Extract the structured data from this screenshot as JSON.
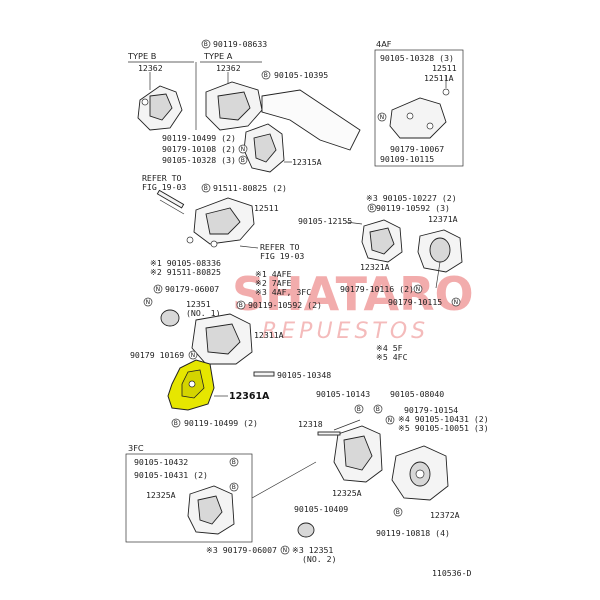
{
  "diagram_number": "110536-D",
  "watermark": {
    "text": "SHATARO",
    "subtext": "REPUESTOS",
    "color": "#e86a6a"
  },
  "highlight_color": "#e6e600",
  "frames": {
    "type_b": {
      "title": "TYPE B",
      "part": "12362"
    },
    "type_a": {
      "title": "TYPE A",
      "part": "12362"
    },
    "af4": {
      "title": "4AF",
      "labels": [
        "90105-10328 (3)",
        "12511",
        "12511A",
        "90179-10067",
        "90109-10115"
      ]
    },
    "fc3": {
      "title": "3FC",
      "labels": [
        "90105-10432",
        "90105-10431 (2)",
        "12325A"
      ]
    }
  },
  "labels": {
    "top_a": "90119-08633",
    "top_b": "90105-10395",
    "l_10499": "90119-10499 (2)",
    "l_10108": "90179-10108 (2)",
    "l_10328": "90105-10328 (3)",
    "p_12315a": "12315A",
    "refer_top": "REFER TO",
    "refer_top2": "FIG 19-03",
    "l_80825": "91511-80825 (2)",
    "p_12511": "12511",
    "refer_mid": "REFER TO",
    "refer_mid2": "FIG 19-03",
    "l_08336": "※1 90105-08336",
    "l_80825b": "※2 91511-80825",
    "l_12155": "90105-12155",
    "l_10227": "※3 90105-10227 (2)",
    "l_10592": "90119-10592 (3)",
    "p_12371a": "12371A",
    "p_12321a": "12321A",
    "note_4afe": "※1 4AFE",
    "note_7afe": "※2 7AFE",
    "note_4af3fc": "※3 4AF, 3FC",
    "l_06007": "90179-06007",
    "l_10116": "90179-10116 (2)",
    "l_10115": "90179-10115",
    "p_12351": "12351",
    "p_12351_sub": "(NO. 1)",
    "l_10592b": "90119-10592 (2)",
    "p_12311a": "12311A",
    "l_10169": "90179 10169",
    "note_4_5f": "※4 5F",
    "note_5_4fc": "※5 4FC",
    "l_10348": "90105-10348",
    "p_12361a": "12361A",
    "l_10499b": "90119-10499 (2)",
    "l_10143": "90105-10143",
    "l_08040": "90105-08040",
    "l_10154": "90179-10154",
    "p_12318": "12318",
    "l_10431": "※4 90105-10431 (2)",
    "l_10051": "※5 90105-10051 (3)",
    "p_12325a": "12325A",
    "l_10409": "90105-10409",
    "p_12372a": "12372A",
    "l_10818": "90119-10818 (4)",
    "l_06007b": "※3 90179-06007",
    "p_312351": "※3 12351",
    "p_312351_sub": "(NO. 2)"
  }
}
